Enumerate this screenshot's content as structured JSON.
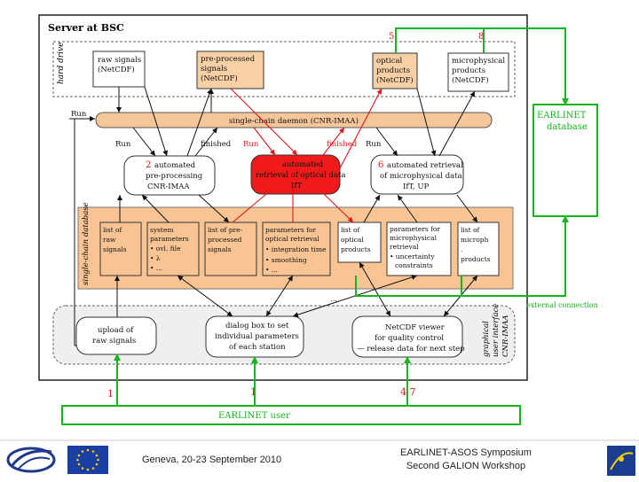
{
  "diagram": {
    "server_title": "Server at BSC",
    "hard_drive_label": "hard drive",
    "single_chain_db_label": "single-chain database",
    "gui_label_1": "graphical",
    "gui_label_2": "user interface",
    "gui_label_3": "CNR-IMAA",
    "raw_signals": [
      "raw signals",
      "(NetCDF)"
    ],
    "preprocessed_signals": [
      "pre-processed",
      "signals",
      "(NetCDF)"
    ],
    "optical_products": [
      "optical",
      "products",
      "(NetCDF)"
    ],
    "microphysical_products": [
      "microphysical",
      "products",
      "(NetCDF)"
    ],
    "daemon": "single-chain daemon (CNR-IMAA)",
    "run_left": "Run",
    "run_1": "Run",
    "finished_1": "finished",
    "run_2": "Run",
    "finished_2": "finished",
    "run_3": "Run",
    "auto_preprocessing": [
      "automated",
      "pre-processing",
      "CNR-IMAA"
    ],
    "auto_optical": [
      "automated",
      "retrieval of optical data",
      "IfT"
    ],
    "auto_microphysical": [
      "automated retrieval",
      "of microphysical data",
      "IfT, UP"
    ],
    "num_2": "2",
    "num_6": "6",
    "num_5": "5",
    "num_8": "8",
    "db_list_raw": [
      "list of",
      "raw",
      "signals"
    ],
    "db_system_params": [
      "system",
      "parameters",
      "• ovl. file",
      "• λ",
      "• ..."
    ],
    "db_list_preprocessed": [
      "list of pre-",
      "processed",
      "signals"
    ],
    "db_optical_params": [
      "parameters for",
      "optical retrieval",
      "• integration time",
      "• smoothing",
      "• ..."
    ],
    "db_list_optical": [
      "list of",
      "optical",
      "products"
    ],
    "db_microphys_params": [
      "parameters for",
      "microphysical",
      "retrieval",
      "• uncertainty",
      "constraints"
    ],
    "db_list_microph": [
      "list of",
      "microph",
      ".",
      "products"
    ],
    "ellipsis": "...",
    "upload_box": [
      "upload of",
      "raw signals"
    ],
    "dialog_box": [
      "dialog box to set",
      "individual parameters",
      "of each station"
    ],
    "netcdf_viewer": [
      "NetCDF viewer",
      "for quality control",
      "— release data for next step"
    ],
    "earlinet_db": [
      "EARLINET",
      "database"
    ],
    "external_connection": "external connection",
    "num_1_left": "1",
    "num_1_mid": "1",
    "num_47": "4 7",
    "earlinet_user": "EARLINET user"
  },
  "footer": {
    "location_date": "Geneva, 20-23 September 2010",
    "symposium_line1": "EARLINET-ASOS Symposium",
    "symposium_line2": "Second GALION Workshop"
  },
  "colors": {
    "accent_green": "#12b51a",
    "accent_red": "#e0161b",
    "box_orange": "#f9cfa6",
    "db_orange": "#f9c493",
    "daemon_orange": "#f5c69a",
    "gray_panel": "#efefef"
  }
}
